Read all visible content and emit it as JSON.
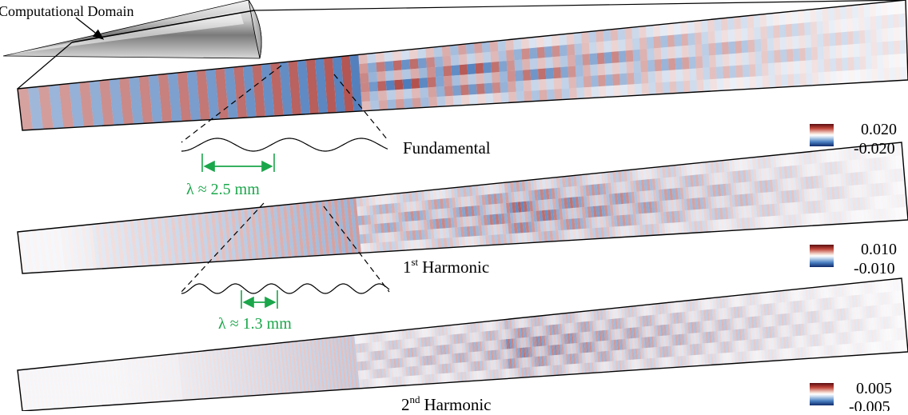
{
  "inset": {
    "label": "Computational Domain"
  },
  "panels": [
    {
      "title": "Fundamental",
      "superscript": "",
      "colorbar": {
        "max": "0.020",
        "min": "-0.020"
      },
      "wavelength": "λ ≈ 2.5 mm"
    },
    {
      "title": "Harmonic",
      "prefix": "1",
      "superscript": "st",
      "colorbar": {
        "max": "0.010",
        "min": "-0.010"
      },
      "wavelength": "λ ≈ 1.3 mm"
    },
    {
      "title": "Harmonic",
      "prefix": "2",
      "superscript": "nd",
      "colorbar": {
        "max": "0.005",
        "min": "-0.005"
      }
    }
  ],
  "colors": {
    "positive": "#a3302c",
    "negative": "#2f66b0",
    "annotation": "#1aa64a",
    "outline": "#000000"
  }
}
